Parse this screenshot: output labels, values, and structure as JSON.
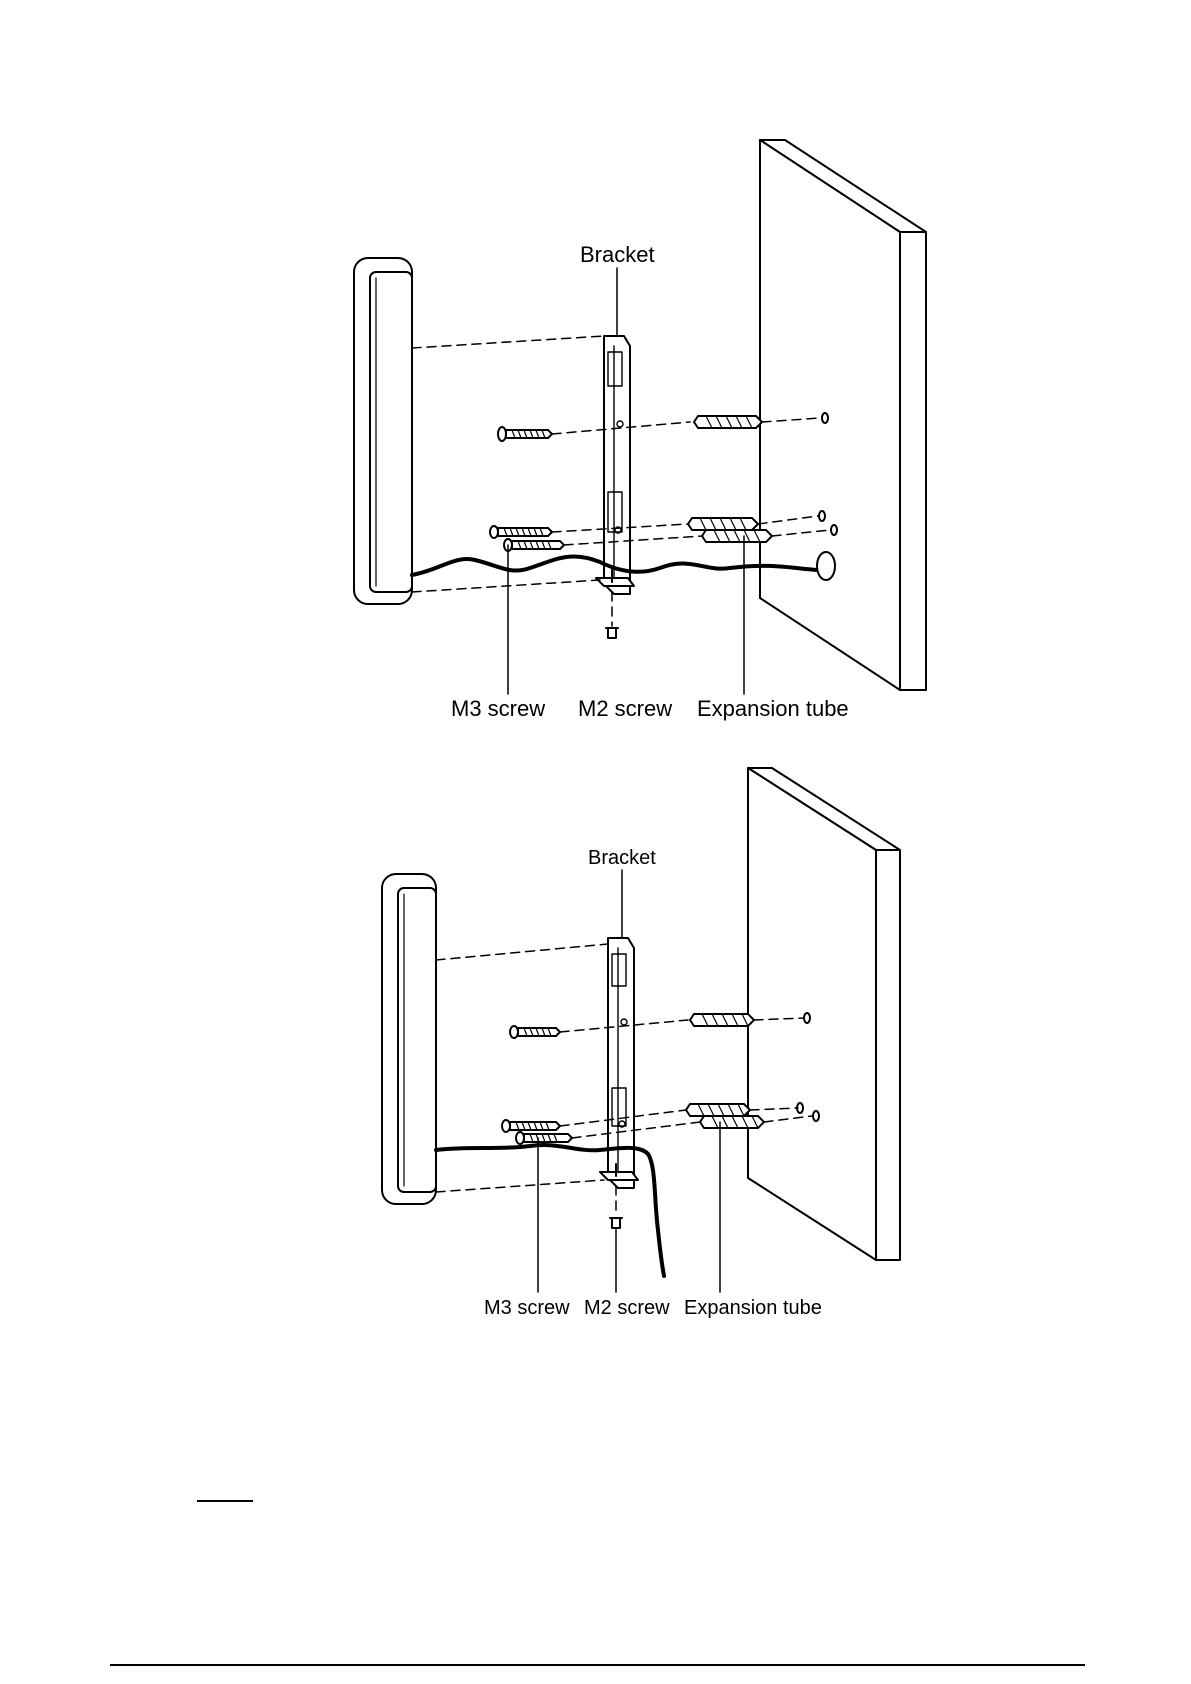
{
  "figures": [
    {
      "labels": {
        "bracket": "Bracket",
        "m3_screw": "M3 screw",
        "m2_screw": "M2 screw",
        "expansion_tube": "Expansion tube"
      }
    },
    {
      "labels": {
        "bracket": "Bracket",
        "m3_screw": "M3 screw",
        "m2_screw": "M2 screw",
        "expansion_tube": "Expansion tube"
      }
    }
  ],
  "colors": {
    "line": "#000000",
    "background": "#ffffff"
  }
}
